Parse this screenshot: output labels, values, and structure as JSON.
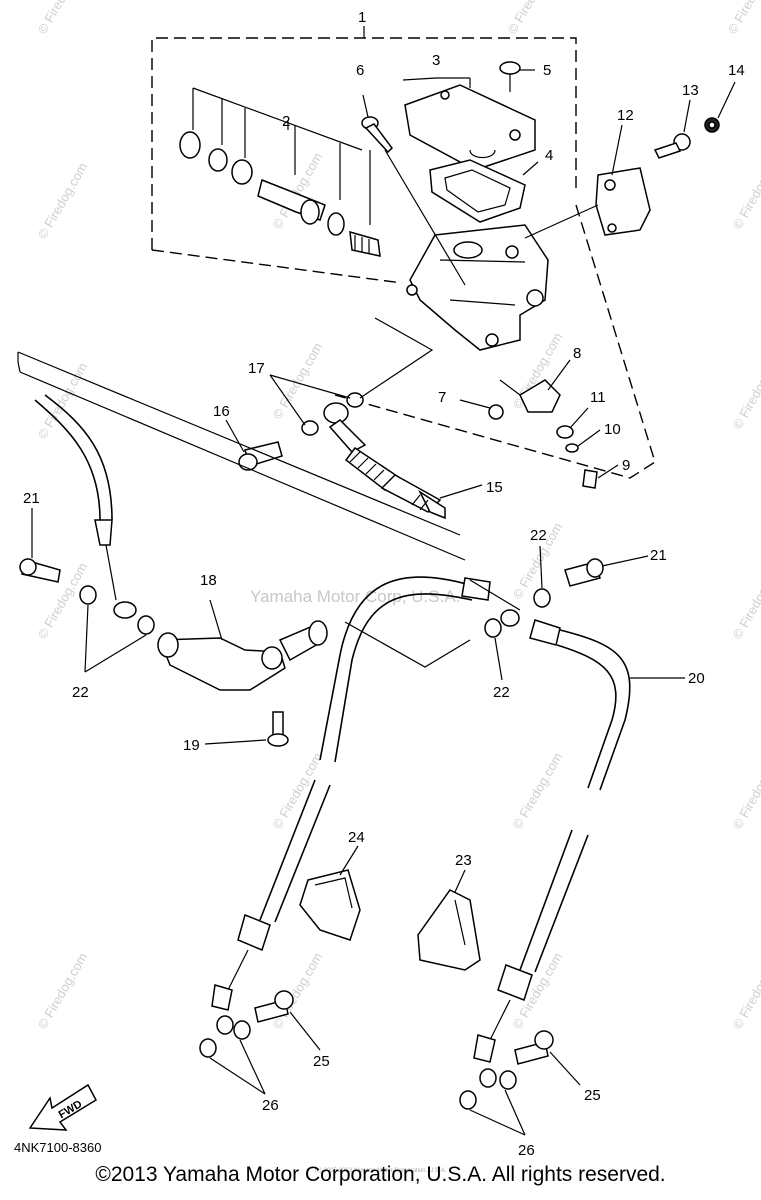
{
  "watermarks": {
    "site": "© Firedog.com",
    "center": "Yamaha Motor Corp, U.S.A."
  },
  "diagram_code": "4NK7100-8360",
  "fwd_label": "FWD",
  "copyright": "©2013 Yamaha Motor Corporation, U.S.A. All rights reserved.",
  "fine_print": "(c) 2005-2013 Yamaha Motor Corporation, U.S.A.",
  "parts": {
    "p1": "1",
    "p2": "2",
    "p3": "3",
    "p4": "4",
    "p5": "5",
    "p6": "6",
    "p7": "7",
    "p8": "8",
    "p9": "9",
    "p10": "10",
    "p11": "11",
    "p12": "12",
    "p13": "13",
    "p14": "14",
    "p15": "15",
    "p16": "16",
    "p17": "17",
    "p18": "18",
    "p19": "19",
    "p20": "20",
    "p21a": "21",
    "p21b": "21",
    "p22a": "22",
    "p22b": "22",
    "p22c": "22",
    "p23": "23",
    "p24": "24",
    "p25a": "25",
    "p25b": "25",
    "p26a": "26",
    "p26b": "26"
  }
}
